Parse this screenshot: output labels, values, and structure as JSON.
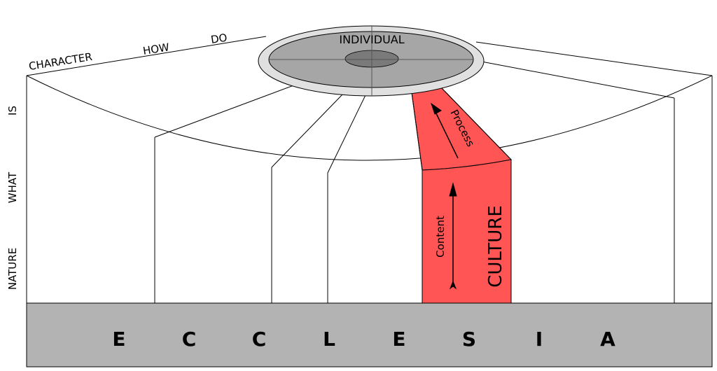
{
  "top_labels": {
    "character": "CHARACTER",
    "how": "HOW",
    "do": "DO"
  },
  "side_labels": {
    "is": "IS",
    "what": "WHAT",
    "nature": "NATURE"
  },
  "individual": "INDIVIDUAL",
  "process": "Process",
  "content": "Content",
  "culture": "CULTURE",
  "ecclesia": [
    "E",
    "C",
    "C",
    "L",
    "E",
    "S",
    "I",
    "A"
  ],
  "colors": {
    "culture_fill": "#ff5555",
    "base_fill": "#b3b3b3",
    "disc_outer": "#e0e0e0",
    "disc_inner": "#a6a6a6",
    "disc_core": "#7a7a7a"
  }
}
